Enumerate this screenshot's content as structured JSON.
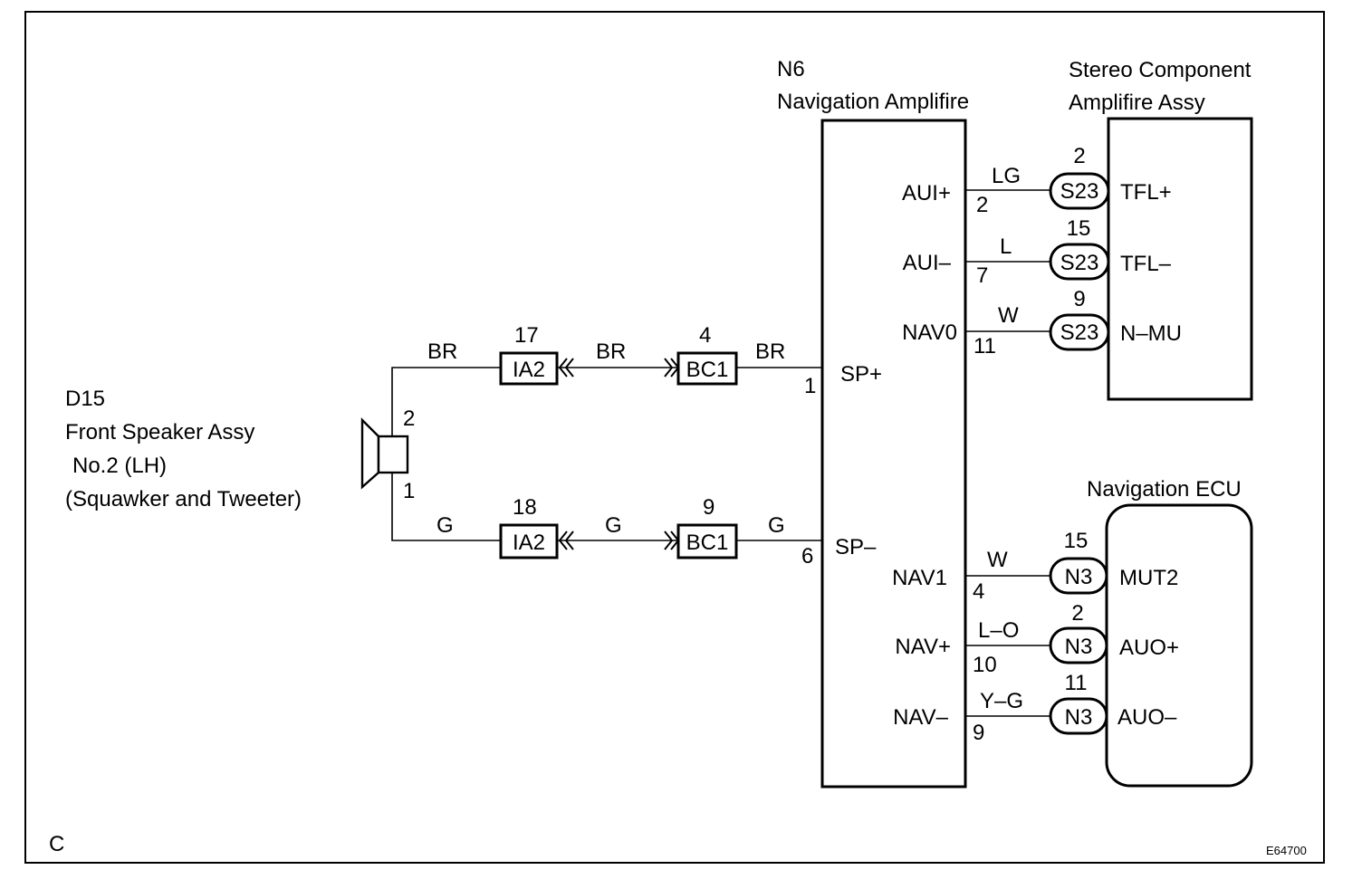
{
  "corner_label": "C",
  "figure_code": "E64700",
  "speaker": {
    "code": "D15",
    "line1": "Front Speaker Assy",
    "line2": "No.2 (LH)",
    "line3": "(Squawker and Tweeter)",
    "pin_top": "2",
    "pin_bottom": "1"
  },
  "nav_amp": {
    "code": "N6",
    "name": "Navigation Amplifire",
    "pins": [
      {
        "label": "AUI+",
        "pin": "2"
      },
      {
        "label": "AUI–",
        "pin": "7"
      },
      {
        "label": "NAV0",
        "pin": "11"
      },
      {
        "label": "SP+",
        "pin": "1"
      },
      {
        "label": "SP–",
        "pin": "6"
      },
      {
        "label": "NAV1",
        "pin": "4"
      },
      {
        "label": "NAV+",
        "pin": "10"
      },
      {
        "label": "NAV–",
        "pin": "9"
      }
    ]
  },
  "stereo_amp": {
    "name_line1": "Stereo Component",
    "name_line2": "Amplifire Assy",
    "pins": [
      "TFL+",
      "TFL–",
      "N–MU"
    ]
  },
  "nav_ecu": {
    "name": "Navigation ECU",
    "pins": [
      "MUT2",
      "AUO+",
      "AUO–"
    ]
  },
  "right_wires": [
    {
      "color": "LG",
      "connector": "S23",
      "conn_pin": "2"
    },
    {
      "color": "L",
      "connector": "S23",
      "conn_pin": "15"
    },
    {
      "color": "W",
      "connector": "S23",
      "conn_pin": "9"
    },
    {
      "color": "W",
      "connector": "N3",
      "conn_pin": "15"
    },
    {
      "color": "L–O",
      "connector": "N3",
      "conn_pin": "2"
    },
    {
      "color": "Y–G",
      "connector": "N3",
      "conn_pin": "11"
    }
  ],
  "left_wires": [
    {
      "seg1_color": "BR",
      "ia_name": "IA2",
      "ia_pin": "17",
      "seg2_color": "BR",
      "bc_name": "BC1",
      "bc_pin": "4",
      "seg3_color": "BR"
    },
    {
      "seg1_color": "G",
      "ia_name": "IA2",
      "ia_pin": "18",
      "seg2_color": "G",
      "bc_name": "BC1",
      "bc_pin": "9",
      "seg3_color": "G"
    }
  ]
}
